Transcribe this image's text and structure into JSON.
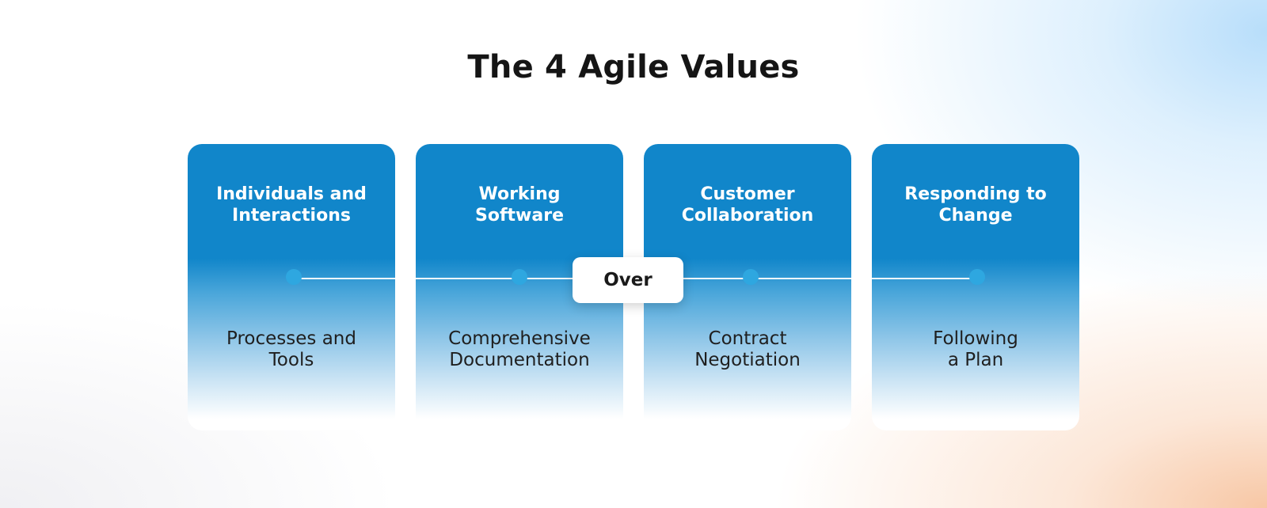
{
  "title": "The 4 Agile Values",
  "over_label": "Over",
  "colors": {
    "card_top": "#1186ca",
    "node": "#2ea7e0",
    "title_text": "#151515"
  },
  "values": [
    {
      "preferred": "Individuals and\nInteractions",
      "over": "Processes and\nTools"
    },
    {
      "preferred": "Working\nSoftware",
      "over": "Comprehensive\nDocumentation"
    },
    {
      "preferred": "Customer\nCollaboration",
      "over": "Contract\nNegotiation"
    },
    {
      "preferred": "Responding to\nChange",
      "over": "Following\na Plan"
    }
  ]
}
